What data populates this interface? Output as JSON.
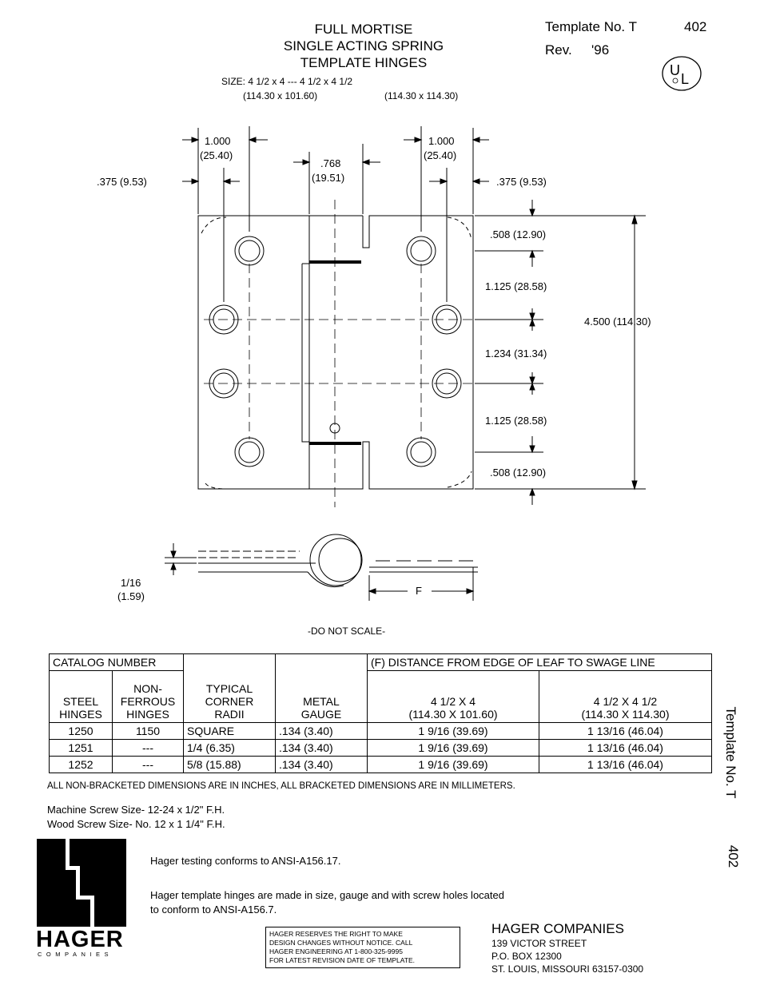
{
  "header": {
    "title_lines": [
      "FULL MORTISE",
      "SINGLE ACTING SPRING",
      "TEMPLATE HINGES"
    ],
    "size_line": "SIZE:  4 1/2 x 4 --- 4 1/2 x 4 1/2",
    "size_mm_left": "(114.30 x 101.60)",
    "size_mm_right": "(114.30 x 114.30)",
    "template_label": "Template No. T",
    "template_no": "402",
    "rev_label": "Rev.",
    "rev_value": "'96",
    "ul_mark": "UL"
  },
  "drawing": {
    "dims": {
      "top_left_w": "1.000",
      "top_left_w_mm": "(25.40)",
      "top_right_w": "1.000",
      "top_right_w_mm": "(25.40)",
      "knuckle": ".768",
      "knuckle_mm": "(19.51)",
      "edge_left": ".375 (9.53)",
      "edge_right": ".375 (9.53)",
      "d1": ".508 (12.90)",
      "d2": "1.125 (28.58)",
      "d3": "1.234 (31.34)",
      "d4": "1.125 (28.58)",
      "d5": ".508 (12.90)",
      "overall": "4.500 (114.30)",
      "gap": "1/16",
      "gap_mm": "(1.59)",
      "f_label": "F"
    },
    "do_not_scale": "-DO NOT SCALE-"
  },
  "table": {
    "catalog_header": "CATALOG NUMBER",
    "f_header": "(F)  DISTANCE FROM EDGE OF LEAF TO SWAGE LINE",
    "col_steel": [
      "STEEL",
      "HINGES"
    ],
    "col_nonferrous": [
      "NON-",
      "FERROUS",
      "HINGES"
    ],
    "col_radii": [
      "TYPICAL",
      "CORNER",
      "RADII"
    ],
    "col_gauge": [
      "METAL",
      "GAUGE"
    ],
    "col_size1": [
      "4 1/2 X 4",
      "(114.30 X 101.60)"
    ],
    "col_size2": [
      "4 1/2 X 4 1/2",
      "(114.30 X 114.30)"
    ],
    "rows": [
      {
        "steel": "1250",
        "nonferrous": "1150",
        "radii": "SQUARE",
        "gauge": ".134 (3.40)",
        "f1": "1 9/16 (39.69)",
        "f2": "1 13/16 (46.04)"
      },
      {
        "steel": "1251",
        "nonferrous": "---",
        "radii": "1/4 (6.35)",
        "gauge": ".134 (3.40)",
        "f1": "1 9/16 (39.69)",
        "f2": "1 13/16 (46.04)"
      },
      {
        "steel": "1252",
        "nonferrous": "---",
        "radii": "5/8 (15.88)",
        "gauge": ".134 (3.40)",
        "f1": "1 9/16 (39.69)",
        "f2": "1 13/16 (46.04)"
      }
    ]
  },
  "notes": {
    "units_note": "ALL NON-BRACKETED DIMENSIONS ARE IN INCHES, ALL BRACKETED DIMENSIONS ARE IN MILLIMETERS.",
    "machine_screw": "Machine Screw Size- 12-24 x 1/2\" F.H.",
    "wood_screw": "Wood Screw Size- No. 12 x 1 1/4\" F.H.",
    "testing": "Hager testing conforms to ANSI-A156.17.",
    "template_line1": "Hager template hinges are made in size, gauge and with screw holes located",
    "template_line2": "to conform to ANSI-A156.7."
  },
  "disclaimer": [
    "HAGER RESERVES THE RIGHT TO MAKE",
    "DESIGN CHANGES WITHOUT NOTICE.  CALL",
    "HAGER ENGINEERING AT 1-800-325-9995",
    "FOR LATEST REVISION DATE OF TEMPLATE."
  ],
  "company": {
    "name": "HAGER COMPANIES",
    "street": "139 VICTOR STREET",
    "pobox": "P.O. BOX 12300",
    "city": "ST. LOUIS, MISSOURI 63157-0300",
    "logo_word": "HAGER",
    "logo_sub": "COMPANIES"
  },
  "side": {
    "label": "Template No. T",
    "number": "402"
  }
}
